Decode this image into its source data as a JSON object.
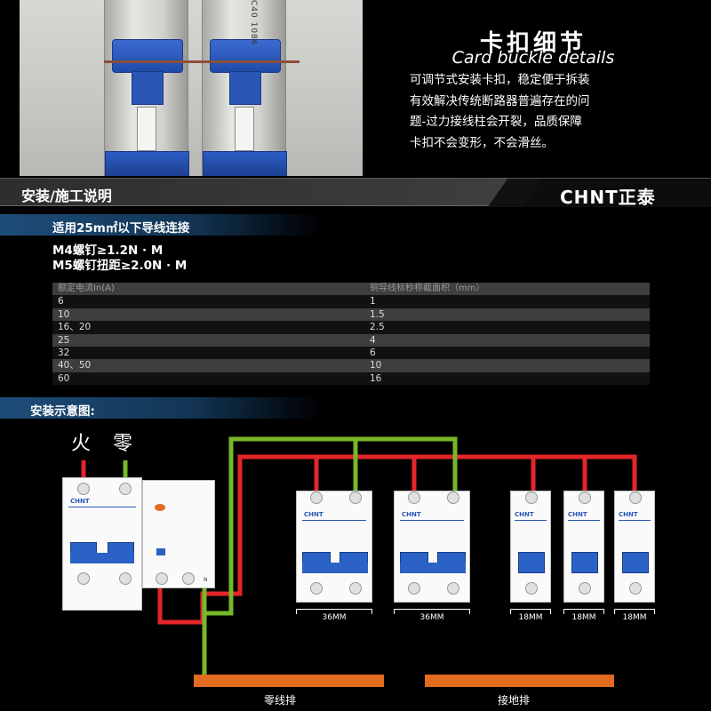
{
  "detail": {
    "title": "卡扣细节",
    "subtitle": "Card buckle details",
    "desc_lines": [
      "可调节式安装卡扣，稳定便于拆装",
      "有效解决传统断路器普遍存在的问",
      "题-过力接线柱会开裂，品质保障",
      "卡扣不会变形，不会滑丝。"
    ]
  },
  "photo": {
    "print_text": "C40 1086"
  },
  "header": {
    "title": "安装/施工说明",
    "logo": "CHNT正泰"
  },
  "spec": {
    "subtitle": "适用25m㎡以下导线连接",
    "lines": [
      "M4螺钉≥1.2N · M",
      "M5螺钉扭距≥2.0N · M"
    ]
  },
  "table": {
    "headers": [
      "额定电流In(A)",
      "铜导线标秒称截面积（mm）"
    ],
    "rows": [
      [
        "6",
        "1"
      ],
      [
        "10",
        "1.5"
      ],
      [
        "16、20",
        "2.5"
      ],
      [
        "25",
        "4"
      ],
      [
        "32",
        "6"
      ],
      [
        "40、50",
        "10"
      ],
      [
        "60",
        "16"
      ]
    ]
  },
  "diagram": {
    "title": "安装示意图:",
    "live_label": "火",
    "neutral_label": "零",
    "brand": "CHNT",
    "widths": [
      "36MM",
      "36MM",
      "18MM",
      "18MM",
      "18MM"
    ],
    "neutral_bar": "零线排",
    "ground_bar": "接地排",
    "n_mark": "N",
    "colors": {
      "live": "#e3262a",
      "neutral": "#76b82a",
      "bus": "#e36b1e",
      "device_blue": "#2a62c5"
    }
  }
}
